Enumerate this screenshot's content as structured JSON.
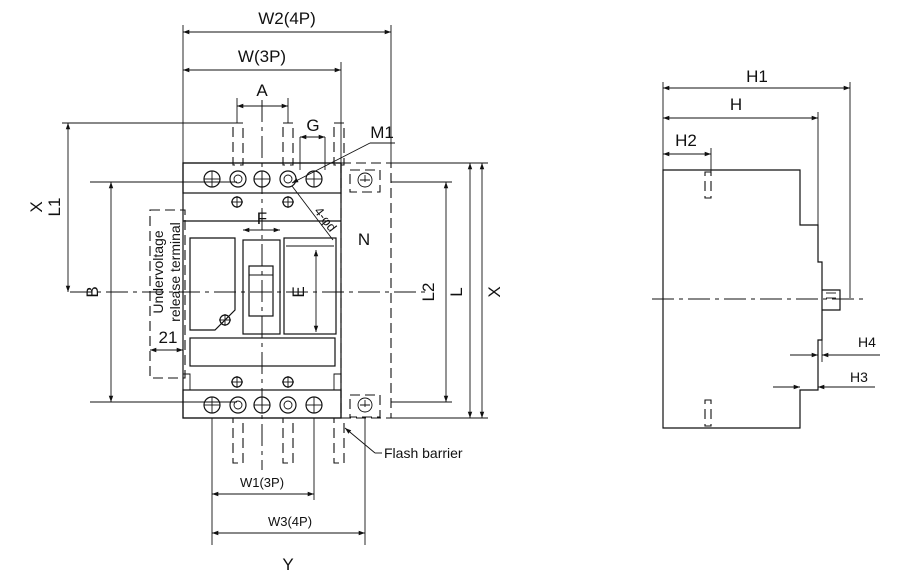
{
  "front_view": {
    "labels": {
      "w2": "W2(4P)",
      "w": "W(3P)",
      "a": "A",
      "g": "G",
      "m1": "M1",
      "f": "F",
      "x_left": "X",
      "l1": "L1",
      "b": "B",
      "e": "E",
      "l2": "L2",
      "l": "L",
      "x_right": "X",
      "undervoltage_line1": "Undervoltage",
      "undervoltage_line2": "release terminal",
      "dim_21": "21",
      "phi_d": "4-φd",
      "w1": "W1(3P)",
      "w3": "W3(4P)",
      "y": "Y",
      "flash_barrier": "Flash barrier"
    }
  },
  "side_view": {
    "labels": {
      "h1": "H1",
      "h": "H",
      "h2": "H2",
      "h4": "H4",
      "h3": "H3"
    }
  }
}
